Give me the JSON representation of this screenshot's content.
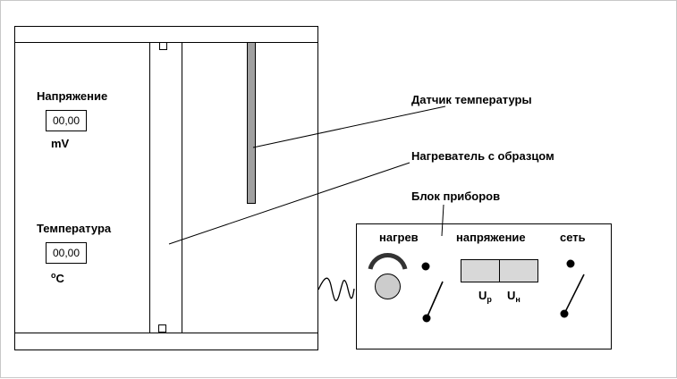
{
  "apparatus": {
    "voltage_label": "Напряжение",
    "voltage_value": "00,00",
    "voltage_unit": "mV",
    "temperature_label": "Температура",
    "temperature_value": "00,00",
    "temperature_unit_degree": "o",
    "temperature_unit_letter": "C"
  },
  "callouts": {
    "sensor": "Датчик температуры",
    "heater": "Нагреватель с образцом",
    "instrument_block": "Блок приборов"
  },
  "instrument_block": {
    "heating_label": "нагрев",
    "voltage_label": "напряжение",
    "network_label": "сеть",
    "up_letter": "U",
    "up_subscript": "р",
    "un_letter": "U",
    "un_subscript": "н"
  },
  "colors": {
    "outline": "#000000",
    "sensor_rod": "#a0a0a0",
    "voltage_buttons": "#d8d8d8",
    "knob": "#cccccc",
    "dial": "#333333"
  }
}
